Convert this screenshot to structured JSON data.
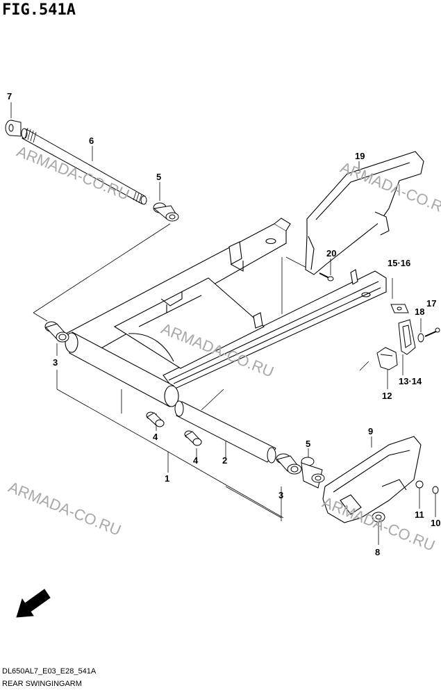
{
  "figure": {
    "title": "FIG.541A"
  },
  "callouts": {
    "c1": "1",
    "c2": "2",
    "c3a": "3",
    "c3b": "3",
    "c4a": "4",
    "c4b": "4",
    "c5a": "5",
    "c5b": "5",
    "c6": "6",
    "c7": "7",
    "c8": "8",
    "c9": "9",
    "c10": "10",
    "c11": "11",
    "c12": "12",
    "c1314": "13·14",
    "c1516": "15·16",
    "c17": "17",
    "c18": "18",
    "c19": "19",
    "c20": "20"
  },
  "watermark": "ARMADA-CO.RU",
  "direction_label": "FWD",
  "footer": {
    "code": "DL650AL7_E03_E28_541A",
    "caption": "REAR SWINGINGARM"
  },
  "colors": {
    "line": "#000000",
    "watermark": "#a8a8a8",
    "background": "#ffffff"
  }
}
